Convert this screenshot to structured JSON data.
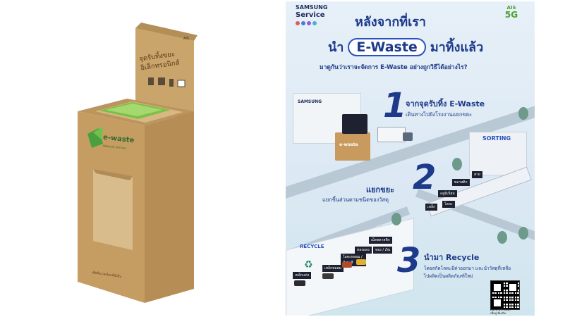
{
  "box": {
    "header_line1": "จุดรับทิ้งขยะ",
    "header_line2": "อิเล็กทรอนิกส์",
    "brand_corner": "AIS",
    "logo_text": "e-waste",
    "logo_sub": "Network Service",
    "bottom_text": "เพื่อสิ่งแวดล้อมที่ยั่งยืน"
  },
  "poster": {
    "brand_samsung": "SAMSUNG",
    "brand_service": "Service",
    "brand_ais": "AIS",
    "brand_5g": "5G",
    "title_line1": "หลังจากที่เรา",
    "title_line2_prefix": "นำ",
    "title_highlight": "E-Waste",
    "title_line2_suffix": "มาทิ้งแล้ว",
    "subtitle": "มาดูกันว่าเราจะจัดการ E-Waste อย่างถูกวิธีได้อย่างไร?",
    "steps": [
      {
        "number": "1",
        "title": "จากจุดรับทิ้ง E-Waste",
        "desc": "เดินทางไปยังโรงงานแยกขยะ"
      },
      {
        "number": "2",
        "title": "แยกขยะ",
        "desc": "แยกชิ้นส่วนตามชนิดของวัสดุ"
      },
      {
        "number": "3",
        "title": "นำมา Recycle",
        "desc_line1": "โดยสกัดโลหะมีค่าออกมา และนำวัสดุที่เหลือ",
        "desc_line2": "ไปผลิตเป็นผลิตภัณฑ์ใหม่"
      }
    ],
    "building_sign": "SAMSUNG",
    "box_logo": "e-waste",
    "sorting_sign": "SORTING",
    "recycle_sign": "RECYCLE",
    "sort_labels": [
      "สาย",
      "พลาสติก",
      "อลูมิเนียม",
      "โลหะ",
      "เหล็ก"
    ],
    "recycle_labels": [
      "เม็ดพลาสติก",
      "ทองแดง",
      "ทอง / เงิน",
      "โลหะหลอม / สังกะสี",
      "เหล็กหลอม",
      "เหล็กแท่ง"
    ],
    "qr_caption_line1": "สแกน QR Code",
    "qr_caption_line2": "เพื่อดูเพิ่มเติม"
  }
}
